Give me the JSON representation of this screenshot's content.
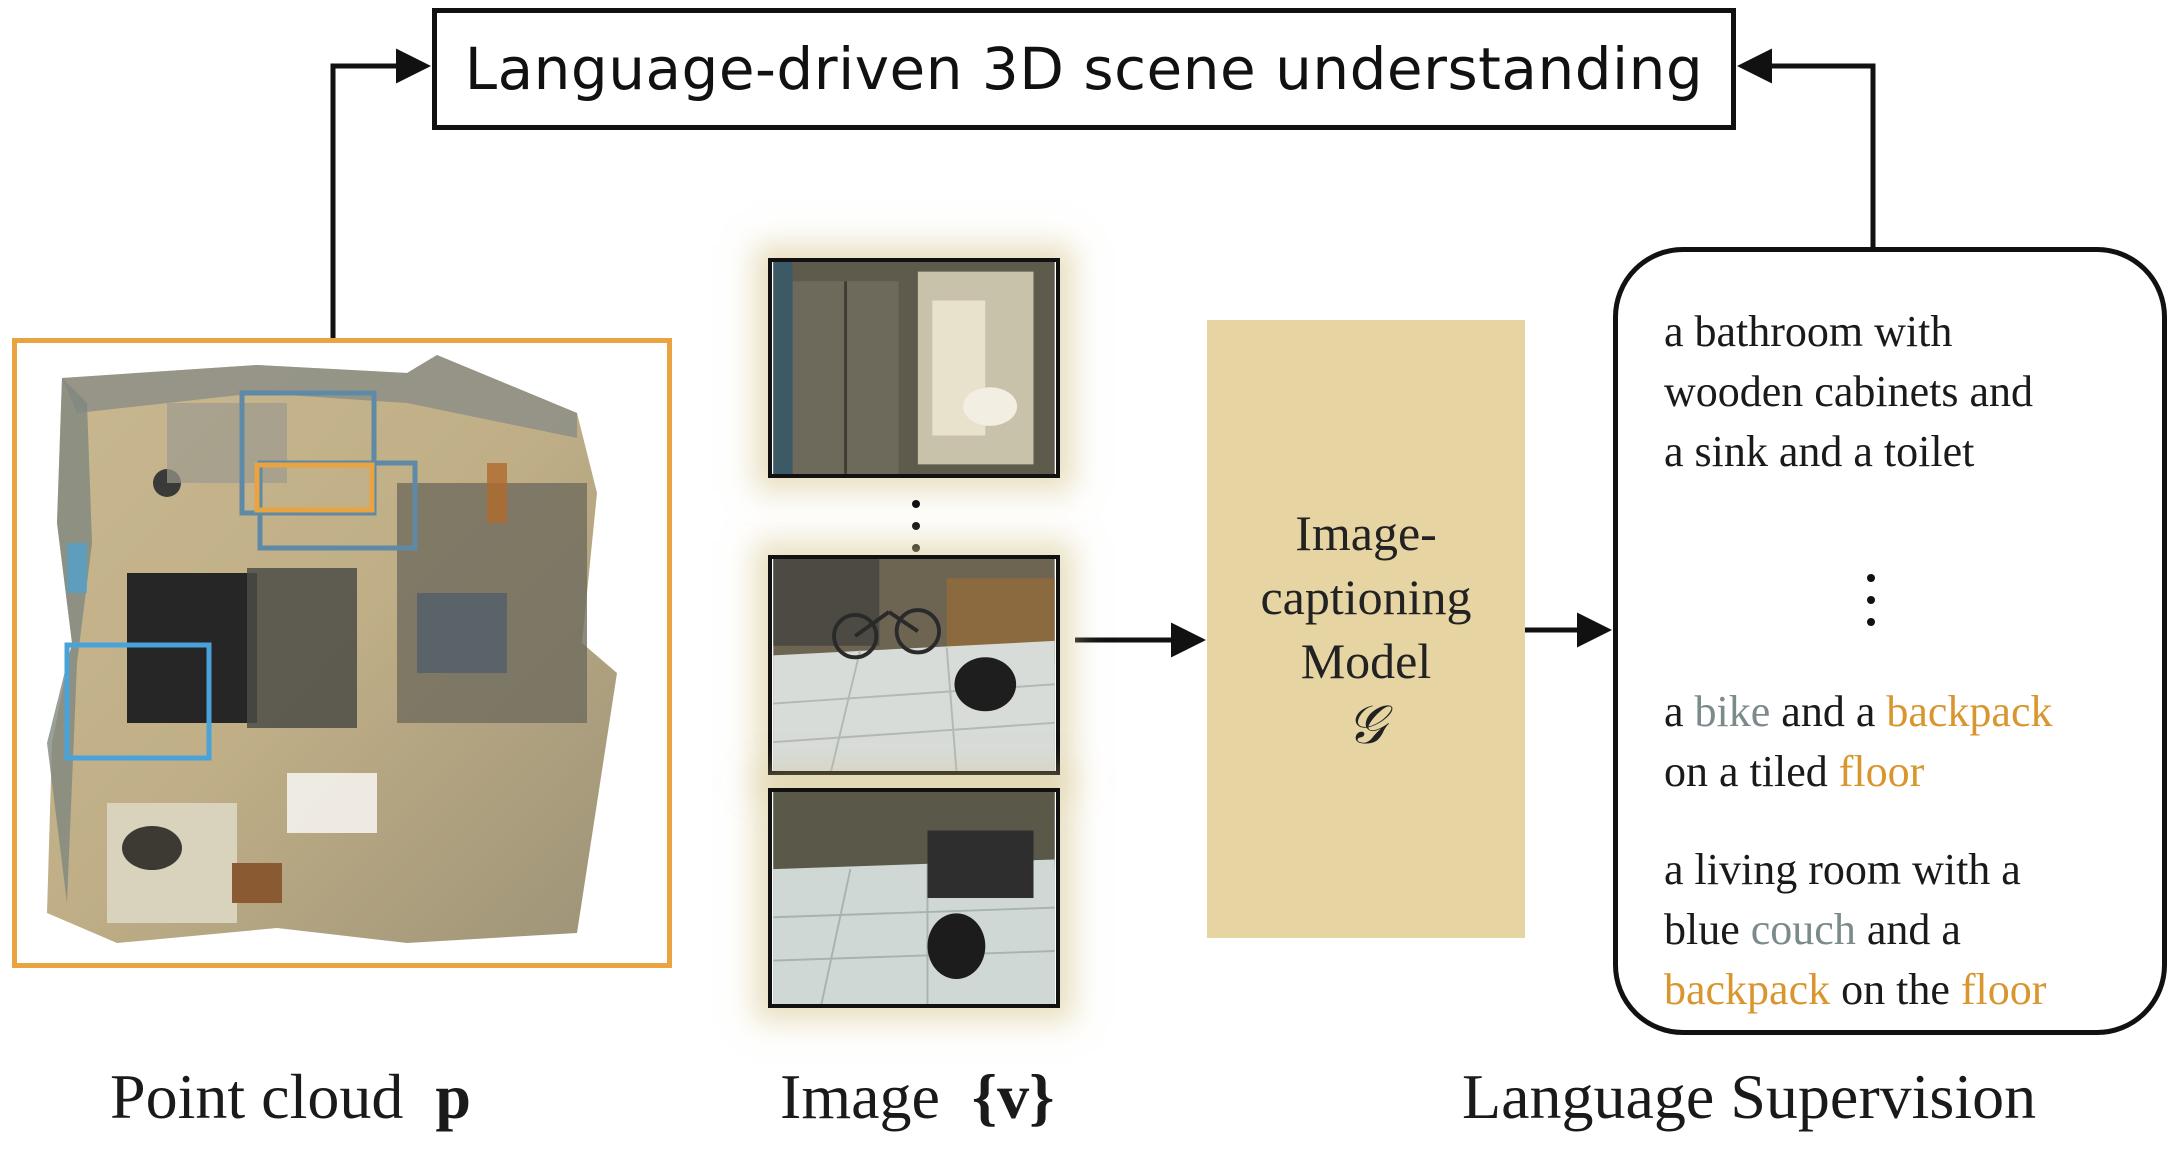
{
  "title": "Language-driven 3D scene understanding",
  "model": {
    "line1": "Image-",
    "line2": "captioning",
    "line3": "Model",
    "symbol": "𝒢"
  },
  "captions": {
    "c1_l1": "a bathroom with",
    "c1_l2": "wooden cabinets and",
    "c1_l3": "a sink and a toilet",
    "c2_a": "a ",
    "c2_bike": "bike",
    "c2_b": " and a ",
    "c2_backpack": "backpack",
    "c2_c": "on a tiled ",
    "c2_floor": "floor",
    "c3_l1": "a living room with a",
    "c3_a": "blue ",
    "c3_couch": "couch",
    "c3_b": " and a",
    "c3_backpack": "backpack",
    "c3_c": " on the ",
    "c3_floor": "floor"
  },
  "labels": {
    "pointcloud_text": "Point cloud",
    "pointcloud_symbol": "p",
    "image_text": "Image",
    "image_symbol": "{v}",
    "language_text": "Language Supervision"
  },
  "colors": {
    "point_cloud_frame": "#e9a341",
    "model_fill": "#e6d5a3",
    "highlight_gray": "#7b8a8b",
    "highlight_orange": "#d9962f",
    "box_blue": "#4aa3d8",
    "box_steel": "#5f8aa6"
  }
}
